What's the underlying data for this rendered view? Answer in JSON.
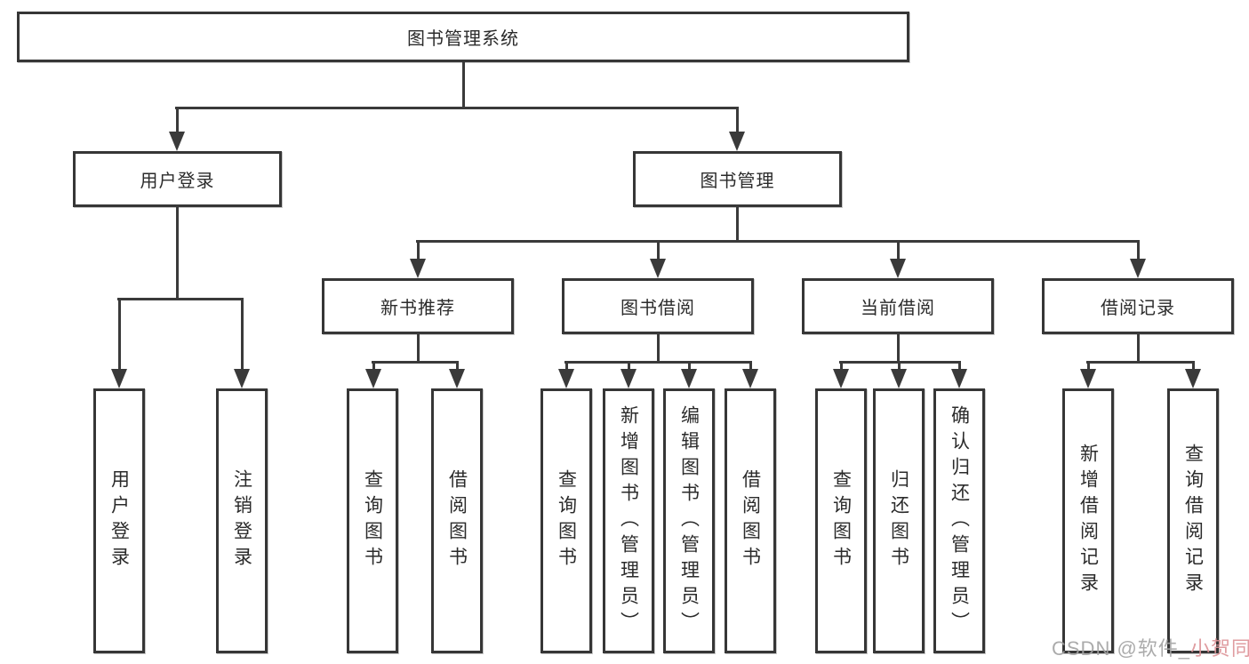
{
  "diagram": {
    "root_label": "图书管理系统",
    "level2": {
      "user_login": "用户登录",
      "book_management": "图书管理"
    },
    "level3": {
      "new_book_recommend": "新书推荐",
      "book_borrow": "图书借阅",
      "current_borrow": "当前借阅",
      "borrow_records": "借阅记录"
    },
    "leaves": {
      "user_login": [
        "用户登录",
        "注销登录"
      ],
      "new_book_recommend": [
        "查询图书",
        "借阅图书"
      ],
      "book_borrow": [
        "查询图书",
        "新增图书（管理员）",
        "编辑图书（管理员）",
        "借阅图书"
      ],
      "current_borrow": [
        "查询图书",
        "归还图书",
        "确认归还（管理员）"
      ],
      "borrow_records": [
        "新增借阅记录",
        "查询借阅记录"
      ]
    }
  },
  "watermark": {
    "left_part": "CSDN @软件_",
    "right_part": "小贺同学"
  },
  "colors": {
    "line": "#3a3a3a",
    "box_border": "#363636",
    "text": "#2b2b2b",
    "watermark_gray": "#a3a3a3",
    "watermark_pink": "#dc9296"
  }
}
